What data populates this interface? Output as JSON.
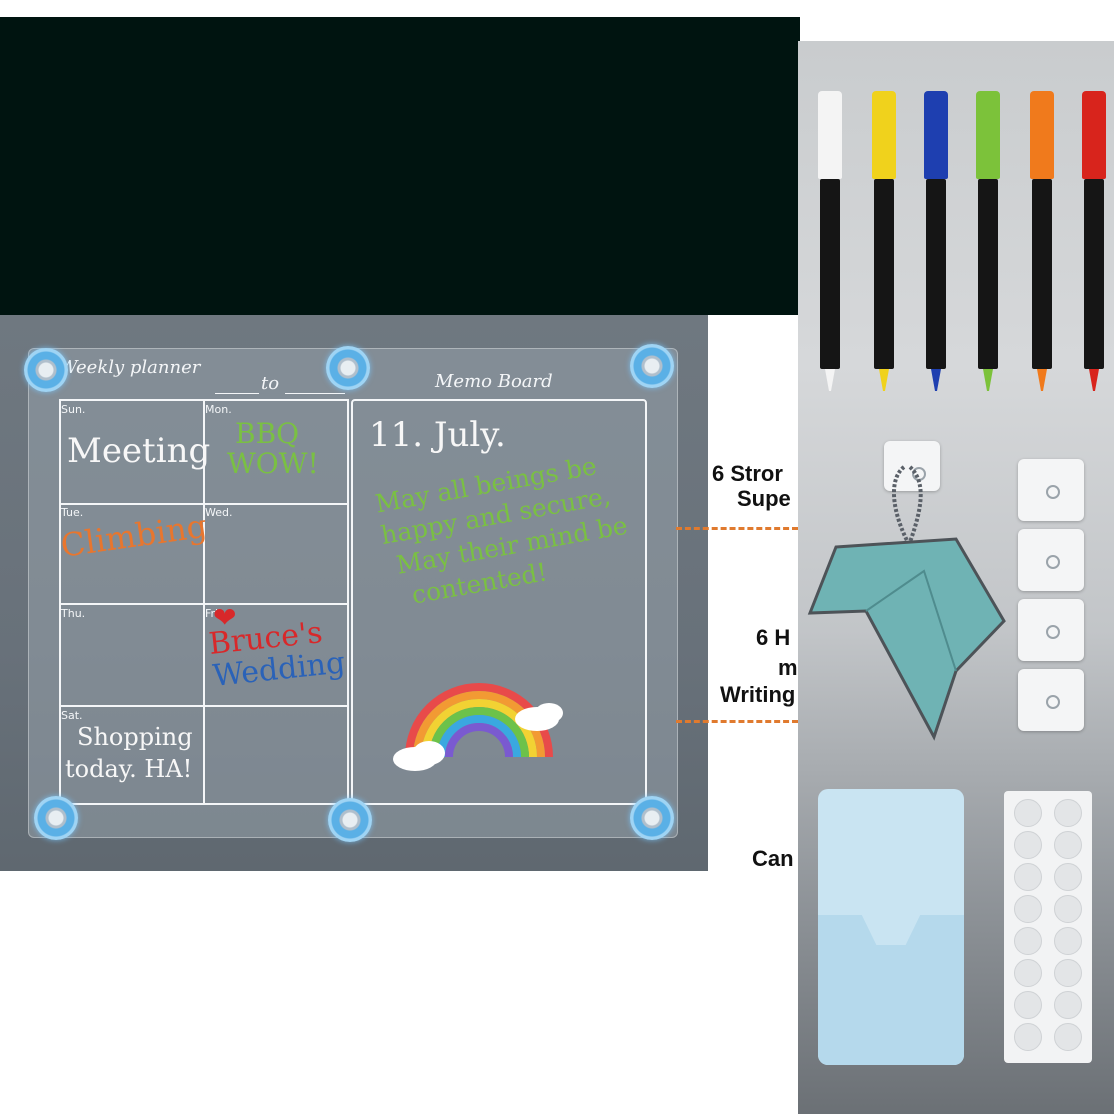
{
  "planner": {
    "title": "Weekly planner",
    "range_to": "to",
    "memo_title": "Memo Board",
    "days": {
      "sun": "Sun.",
      "mon": "Mon.",
      "tue": "Tue.",
      "wed": "Wed.",
      "thu": "Thu.",
      "fri": "Fri.",
      "sat": "Sat."
    },
    "notes": {
      "sun": "Meeting",
      "mon_line1": "BBQ",
      "mon_line2": "WOW!",
      "tue": "Climbing",
      "fri_line1": "Bruce's",
      "fri_line2": "Wedding",
      "sat_line1": "Shopping",
      "sat_line2": "today. HA!"
    },
    "memo": {
      "date": "11. July.",
      "line1": "May all beings be",
      "line2": "happy and secure,",
      "line3": "May their mind be",
      "line4": "contented!"
    }
  },
  "callouts": {
    "c1_line1": "6 Stror",
    "c1_line2": "Supe",
    "c2_line1": "6 H",
    "c2_line2": "m",
    "c2_line3": "Writing",
    "c3_line1": "Can"
  },
  "colors": {
    "white_pen": "#f4f4f4",
    "yellow_pen": "#f0d21c",
    "blue_pen": "#1e3fb0",
    "green_pen": "#7cc23a",
    "orange_pen": "#f07a1c",
    "red_pen": "#d8241c",
    "note_green": "#7ac043",
    "note_orange": "#e8762e",
    "note_red": "#d8282a",
    "note_blue": "#2a62b8",
    "callout_dash": "#e07a2e"
  },
  "icons": [
    "marker-pen-icon",
    "adhesive-hook-icon",
    "microfiber-cloth-icon",
    "pen-holder-icon",
    "adhesive-dot-icon",
    "rainbow-icon",
    "heart-icon"
  ]
}
